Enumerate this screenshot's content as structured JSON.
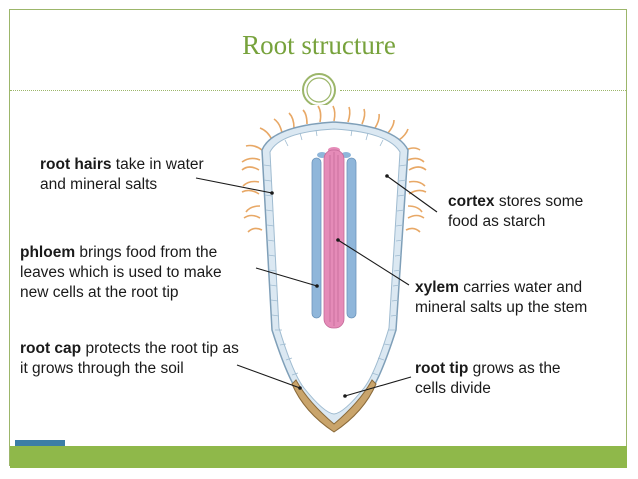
{
  "slide": {
    "title": "Root structure"
  },
  "labels": {
    "root_hairs": {
      "term": "root hairs",
      "rest1": " take in water",
      "line2": "and mineral salts"
    },
    "phloem": {
      "term": "phloem",
      "rest1": " brings food from the",
      "line2": "leaves which is used to make",
      "line3": "new cells at the root tip"
    },
    "root_cap": {
      "term": "root cap",
      "rest1": " protects the root tip as",
      "line2": "it grows through the soil"
    },
    "cortex": {
      "term": "cortex",
      "rest1": " stores some",
      "line2": "food as starch"
    },
    "xylem": {
      "term": "xylem",
      "rest1": " carries water and",
      "line2": "mineral salts up the stem"
    },
    "root_tip": {
      "term": "root tip",
      "rest1": " grows as the",
      "line2": "cells divide"
    }
  },
  "colors": {
    "accent_green": "#77a23c",
    "footer_green": "#8fb84a",
    "root_hair_orange": "#e8a866",
    "epidermis_blue": "#a9c6dc",
    "phloem_blue": "#8fb6da",
    "xylem_pink": "#e58bb8",
    "root_cap_tan": "#c9a46b"
  }
}
